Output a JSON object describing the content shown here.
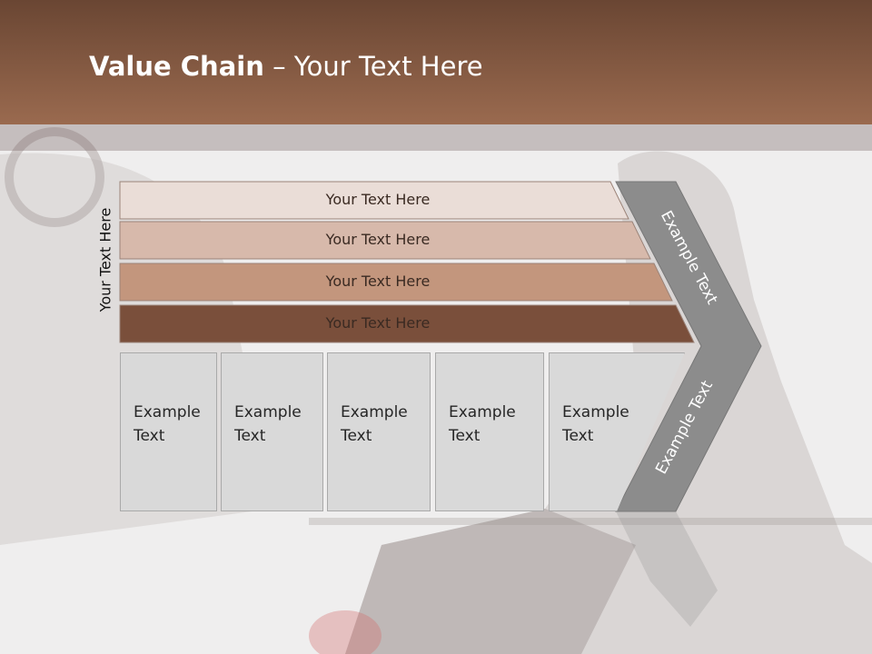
{
  "title": {
    "bold": "Value Chain",
    "rest": " – Your Text Here"
  },
  "side_label": "Your Text Here",
  "bars": [
    {
      "label": "Your Text Here",
      "color": "#eaddd7"
    },
    {
      "label": "Your Text Here",
      "color": "#d7b9ab"
    },
    {
      "label": "Your Text Here",
      "color": "#c3967d"
    },
    {
      "label": "Your Text Here",
      "color": "#7a4f3b"
    }
  ],
  "boxes": [
    {
      "line1": "Example",
      "line2": "Text"
    },
    {
      "line1": "Example",
      "line2": "Text"
    },
    {
      "line1": "Example",
      "line2": "Text"
    },
    {
      "line1": "Example",
      "line2": "Text"
    },
    {
      "line1": "Example",
      "line2": "Text"
    }
  ],
  "chevron": {
    "top_label": "Example Text",
    "bottom_label": "Example Text",
    "color": "#8c8c8c"
  },
  "colors": {
    "header": "#8a5c44",
    "box": "#d9d9d9"
  }
}
